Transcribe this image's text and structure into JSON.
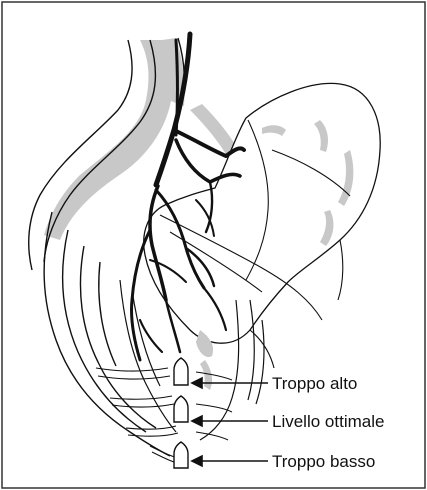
{
  "labels": {
    "too_high": "Troppo alto",
    "optimal": "Livello ottimale",
    "too_low": "Troppo basso"
  },
  "colors": {
    "frame": "#333333",
    "stroke": "#111111",
    "vessel_gray": "#c8c8c8",
    "fill_white": "#ffffff"
  }
}
